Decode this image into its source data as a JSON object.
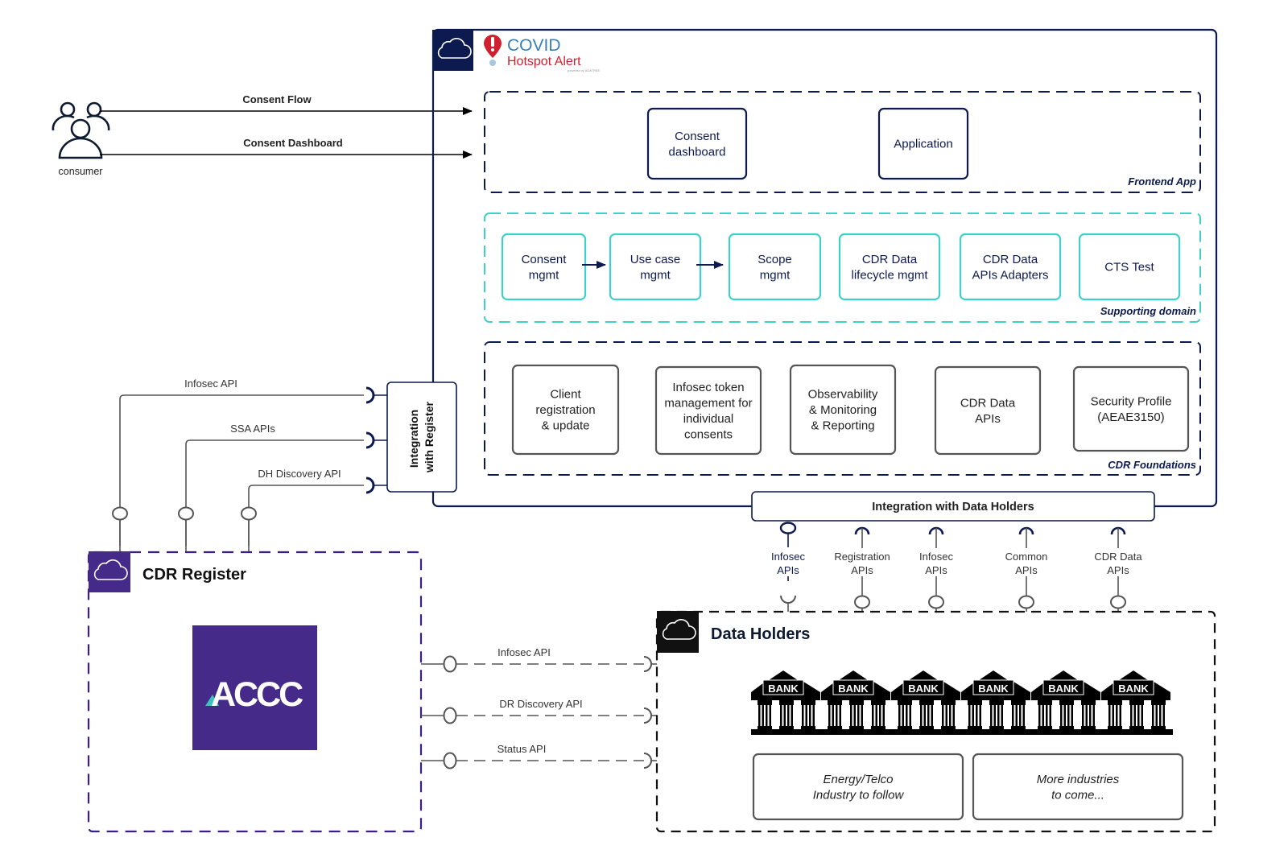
{
  "app": {
    "logo": {
      "line1": "COVID",
      "line2": "Hotspot Alert",
      "powered_by": "powered by ADATREE",
      "icon": "location-pin-alert-icon"
    },
    "cloud_icon": "cloud-icon"
  },
  "consumer": {
    "label": "consumer",
    "icon": "users-group-icon",
    "flows": [
      {
        "label": "Consent Flow"
      },
      {
        "label": "Consent Dashboard"
      }
    ]
  },
  "frontend": {
    "title": "Frontend App",
    "boxes": [
      {
        "label_lines": [
          "Consent",
          "dashboard"
        ]
      },
      {
        "label_lines": [
          "Application"
        ]
      }
    ]
  },
  "supporting": {
    "title": "Supporting domain",
    "boxes": [
      {
        "label_lines": [
          "Consent",
          "mgmt"
        ]
      },
      {
        "label_lines": [
          "Use case",
          "mgmt"
        ]
      },
      {
        "label_lines": [
          "Scope",
          "mgmt"
        ]
      },
      {
        "label_lines": [
          "CDR Data",
          "lifecycle mgmt"
        ]
      },
      {
        "label_lines": [
          "CDR Data",
          "APIs Adapters"
        ]
      },
      {
        "label_lines": [
          "CTS Test"
        ]
      }
    ]
  },
  "foundations": {
    "title": "CDR Foundations",
    "boxes": [
      {
        "label_lines": [
          "Client",
          "registration",
          "& update"
        ]
      },
      {
        "label_lines": [
          "Infosec token",
          "management for",
          "individual",
          "consents"
        ]
      },
      {
        "label_lines": [
          "Observability",
          "& Monitoring",
          "& Reporting"
        ]
      },
      {
        "label_lines": [
          "CDR Data",
          "APIs"
        ]
      },
      {
        "label_lines": [
          "Security Profile",
          "(AEAE3150)"
        ]
      }
    ]
  },
  "integration_register": {
    "label_lines": [
      "Integration",
      "with Register"
    ],
    "apis": [
      {
        "label": "Infosec API"
      },
      {
        "label": "SSA APIs"
      },
      {
        "label": "DH Discovery API"
      }
    ]
  },
  "integration_holders": {
    "label": "Integration with Data Holders",
    "apis": [
      {
        "label_lines": [
          "Infosec",
          "APIs"
        ]
      },
      {
        "label_lines": [
          "Registration",
          "APIs"
        ]
      },
      {
        "label_lines": [
          "Infosec",
          "APIs"
        ]
      },
      {
        "label_lines": [
          "Common",
          "APIs"
        ]
      },
      {
        "label_lines": [
          "CDR  Data",
          "APIs"
        ]
      }
    ]
  },
  "cdr_register": {
    "title": "CDR Register",
    "logo_text": "ACCC",
    "apis": [
      {
        "label": "Infosec API"
      },
      {
        "label": "DR Discovery API"
      },
      {
        "label": "Status API"
      }
    ]
  },
  "data_holders": {
    "title": "Data Holders",
    "bank_label": "BANK",
    "bank_count": 6,
    "industries": [
      {
        "label_lines": [
          "Energy/Telco",
          "Industry to follow"
        ]
      },
      {
        "label_lines": [
          "More industries",
          "to come..."
        ]
      }
    ]
  },
  "colors": {
    "navy": "#0d1a4f",
    "teal": "#3fd1c8",
    "purple": "#452a8a",
    "grey_border": "#555555",
    "logo_red": "#d0202f",
    "logo_blue": "#3a7fb5"
  }
}
